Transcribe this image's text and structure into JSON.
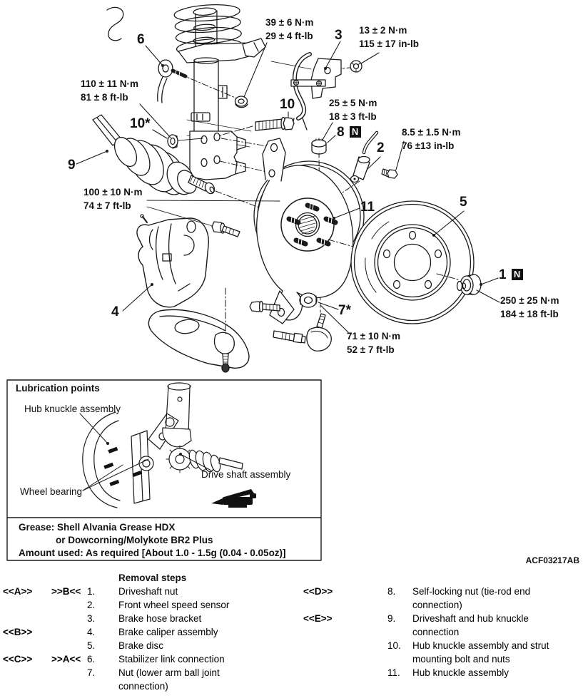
{
  "figure_code": "ACF03217AB",
  "torques": {
    "strut_spring_nut": {
      "nm": "39 ± 6 N·m",
      "ftlb": "29 ± 4 ft-lb"
    },
    "hose_bracket": {
      "nm": "13 ± 2 N·m",
      "ftlb": "115 ± 17 in-lb"
    },
    "strut_mount": {
      "nm": "110 ± 11 N·m",
      "ftlb": "81 ± 8 ft-lb"
    },
    "tie_rod_nut": {
      "nm": "25 ± 5 N·m",
      "ftlb": "18 ± 3 ft-lb"
    },
    "speed_sensor": {
      "nm": "8.5 ± 1.5 N·m",
      "ftlb": "76 ±13 in-lb"
    },
    "caliper_bolt": {
      "nm": "100 ± 10 N·m",
      "ftlb": "74 ± 7 ft-lb"
    },
    "driveshaft_nut": {
      "nm": "250 ± 25 N·m",
      "ftlb": "184 ± 18 ft-lb"
    },
    "ball_joint_nut": {
      "nm": "71 ± 10 N·m",
      "ftlb": "52 ± 7 ft-lb"
    }
  },
  "callouts": {
    "c1": "1",
    "c2": "2",
    "c3": "3",
    "c4": "4",
    "c5": "5",
    "c6": "6",
    "c7": "7*",
    "c8": "8",
    "c9": "9",
    "c10": "10",
    "c10s": "10*",
    "c11": "11",
    "n_flag": "N"
  },
  "lubrication": {
    "title": "Lubrication points",
    "hub_knuckle": "Hub knuckle assembly",
    "wheel_bearing": "Wheel bearing",
    "drive_shaft": "Drive shaft assembly",
    "grease_line1": "Grease: Shell Alvania Grease HDX",
    "grease_line2": "or Dowcorning/Molykote BR2 Plus",
    "grease_line3": "Amount used: As required [About 1.0 - 1.5g (0.04 - 0.05oz)]"
  },
  "removal": {
    "title": "Removal steps",
    "left_rows": [
      {
        "a1": "<<A>>",
        "a2": ">>B<<",
        "num": "1.",
        "text": "Driveshaft nut"
      },
      {
        "num": "2.",
        "text": "Front wheel speed sensor"
      },
      {
        "num": "3.",
        "text": "Brake hose bracket"
      },
      {
        "a1": "<<B>>",
        "num": "4.",
        "text": "Brake caliper assembly"
      },
      {
        "num": "5.",
        "text": "Brake disc"
      },
      {
        "a1": "<<C>>",
        "a2": ">>A<<",
        "num": "6.",
        "text": "Stabilizer link connection"
      },
      {
        "num": "7.",
        "text": "Nut (lower arm ball joint"
      },
      {
        "text": "connection)"
      }
    ],
    "right_rows": [
      {
        "a1": "<<D>>",
        "num": "8.",
        "text": "Self-locking nut (tie-rod end"
      },
      {
        "text": "connection)"
      },
      {
        "a1": "<<E>>",
        "num": "9.",
        "text": "Driveshaft and hub knuckle"
      },
      {
        "text": "connection"
      },
      {
        "num": "10.",
        "text": "Hub knuckle assembly and strut"
      },
      {
        "text": "mounting bolt and nuts"
      },
      {
        "num": "11.",
        "text": "Hub knuckle assembly"
      }
    ]
  }
}
